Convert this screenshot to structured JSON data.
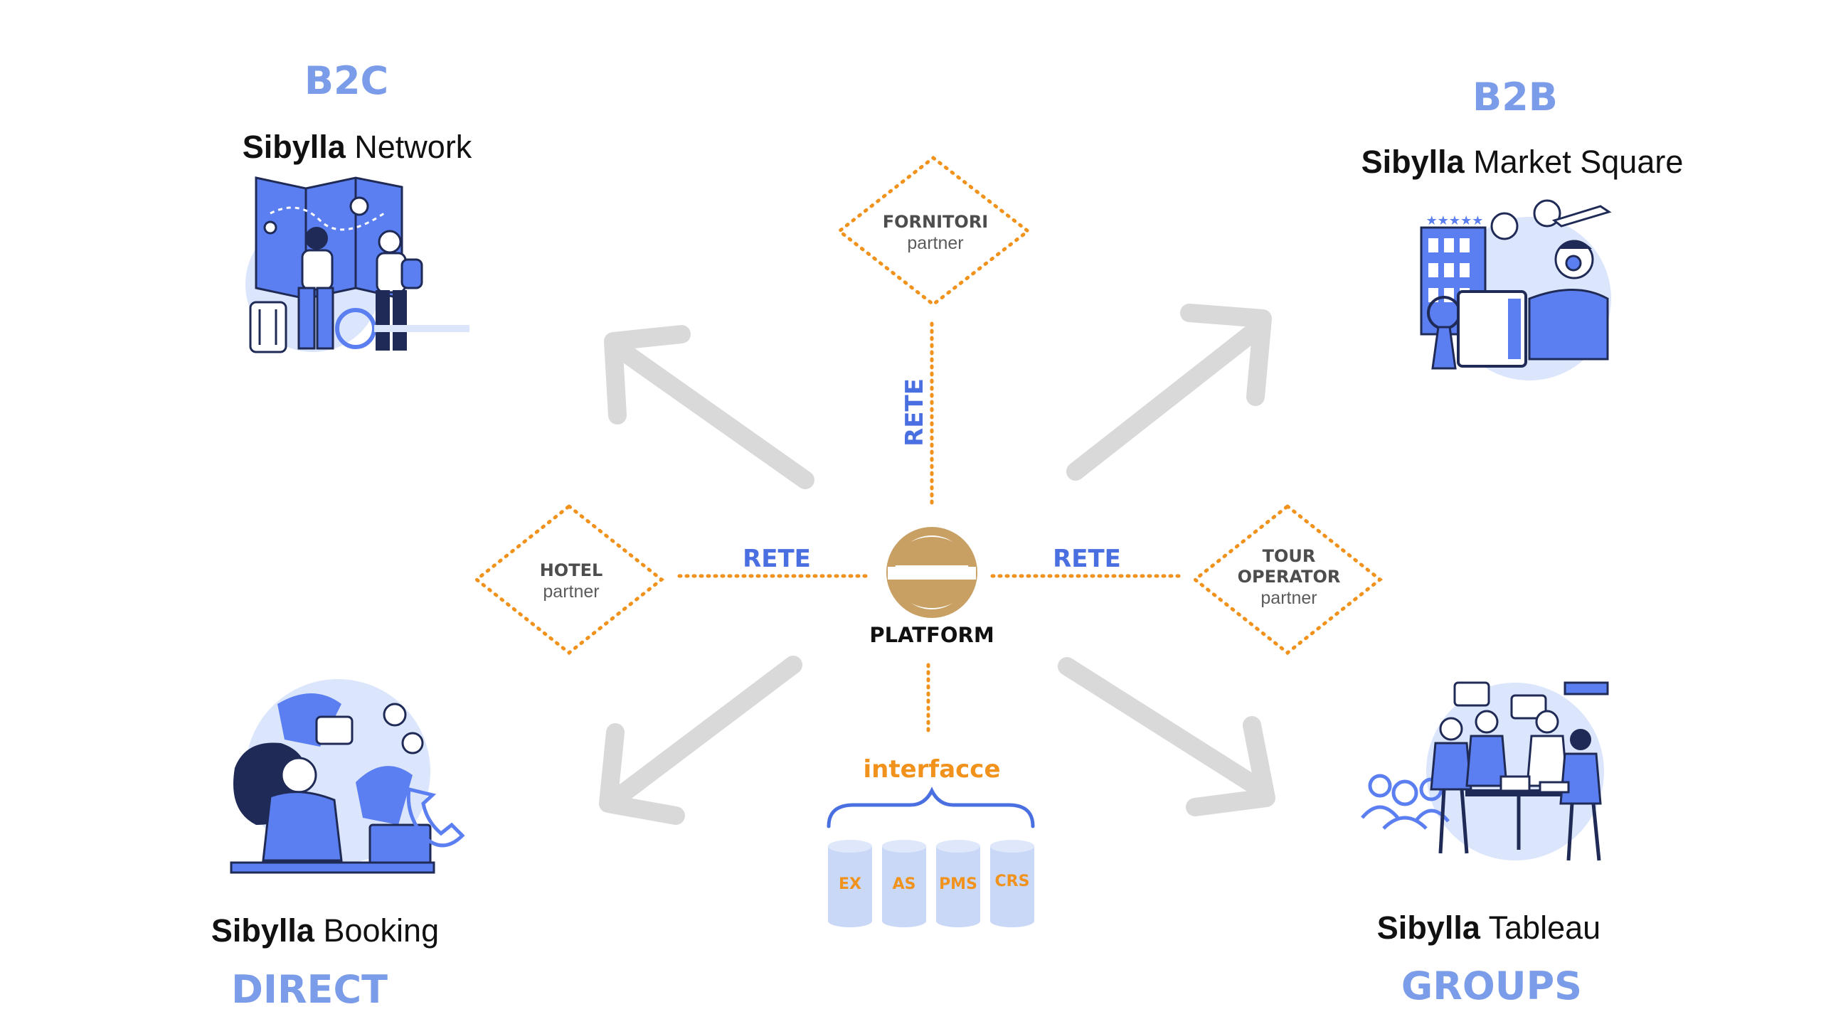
{
  "quadrants": {
    "b2c": {
      "category": "B2C",
      "brand": "Sibylla",
      "product": " Network"
    },
    "b2b": {
      "category": "B2B",
      "brand": "Sibylla",
      "product": " Market Square"
    },
    "direct": {
      "category": "DIRECT",
      "brand": "Sibylla",
      "product": " Booking"
    },
    "groups": {
      "category": "GROUPS",
      "brand": "Sibylla",
      "product": " Tableau"
    }
  },
  "partners": {
    "fornitori": {
      "title": "FORNITORI",
      "subtitle": "partner"
    },
    "hotel": {
      "title": "HOTEL",
      "subtitle": "partner"
    },
    "tour_operator": {
      "title_line1": "TOUR",
      "title_line2": "OPERATOR",
      "subtitle": "partner"
    }
  },
  "links": {
    "top": "RETE",
    "left": "RETE",
    "right": "RETE"
  },
  "center": {
    "label": "PLATFORM"
  },
  "interfaces": {
    "label": "interfacce",
    "items": [
      "EX",
      "AS",
      "PMS",
      "CRS"
    ]
  },
  "colors": {
    "category": "#7b9ce8",
    "rete": "#4a6fe0",
    "dotted": "#f0921c",
    "logo": "#c8a064",
    "arrow": "#d9d9d9",
    "illustration_blue": "#5b7ff0",
    "cylinder": "#c9d8f7"
  },
  "icons": [
    "travel-map-illustration",
    "hotel-desk-illustration",
    "call-center-illustration",
    "group-meeting-illustration",
    "platform-logo"
  ]
}
